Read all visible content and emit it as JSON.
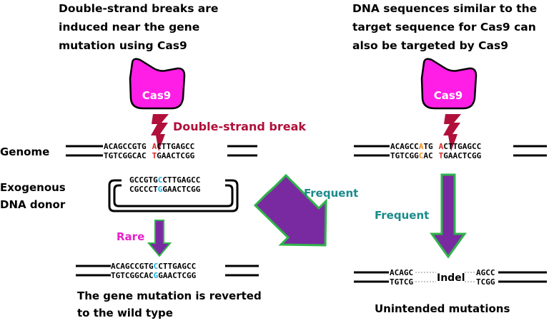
{
  "left": {
    "heading_lines": [
      "Double-strand breaks are",
      "induced near the gene",
      "mutation using Cas9"
    ],
    "cas9_label": "Cas9",
    "break_label": "Double-strand break",
    "genome_label": "Genome",
    "genome_top": {
      "a": "ACAGCCGTG",
      "b": "A",
      "c": "CTTGAGCC"
    },
    "genome_bottom": {
      "a": "TGTCGGCAC",
      "b": "T",
      "c": "GAACTCGG"
    },
    "donor_label_lines": [
      "Exogenous",
      "DNA donor"
    ],
    "donor_top": {
      "a": "GCCGTG",
      "b": "C",
      "c": "CTTGAGCC"
    },
    "donor_bottom": {
      "a": "CGCCCT",
      "b": "G",
      "c": "GAACTCGG"
    },
    "rare_label": "Rare",
    "result_top": {
      "a": "ACAGCCGTG",
      "b": "C",
      "c": "CTTGAGCC"
    },
    "result_bottom": {
      "a": "TGTCGGCAC",
      "b": "G",
      "c": "GAACTCGG"
    },
    "result_caption_lines": [
      "The gene mutation is reverted",
      "to the wild type"
    ]
  },
  "center": {
    "frequent_label": "Frequent"
  },
  "right": {
    "heading_lines": [
      "DNA sequences similar to the",
      "target sequence for Cas9 can",
      "also be targeted by Cas9"
    ],
    "cas9_label": "Cas9",
    "genome_top": {
      "a": "ACAGCC",
      "b": "A",
      "c": "TG",
      "d": "A",
      "e": "CTTGAGCC"
    },
    "genome_bottom": {
      "a": "TGTCGG",
      "b": "C",
      "c": "AC",
      "d": "T",
      "e": "GAACTCGG"
    },
    "frequent_label": "Frequent",
    "indel_top_left": "ACAGC",
    "indel_bottom_left": "TGTCG",
    "indel_label": "Indel",
    "indel_top_right": "AGCC",
    "indel_bottom_right": "TCGG",
    "caption": "Unintended mutations"
  },
  "colors": {
    "cas9": "#ff1ee6",
    "break": "#b0103a",
    "arrow_fill": "#7a2aa0",
    "arrow_stroke": "#2fb34a",
    "frequent": "#1a8a8a",
    "rare": "#e620c8",
    "red_base": "#e02020",
    "cyan_base": "#1ab0e0",
    "orange_base": "#f08c1e"
  },
  "icons": [
    "cas9-protein-icon",
    "lightning-bolt-icon",
    "block-arrow-icon"
  ]
}
